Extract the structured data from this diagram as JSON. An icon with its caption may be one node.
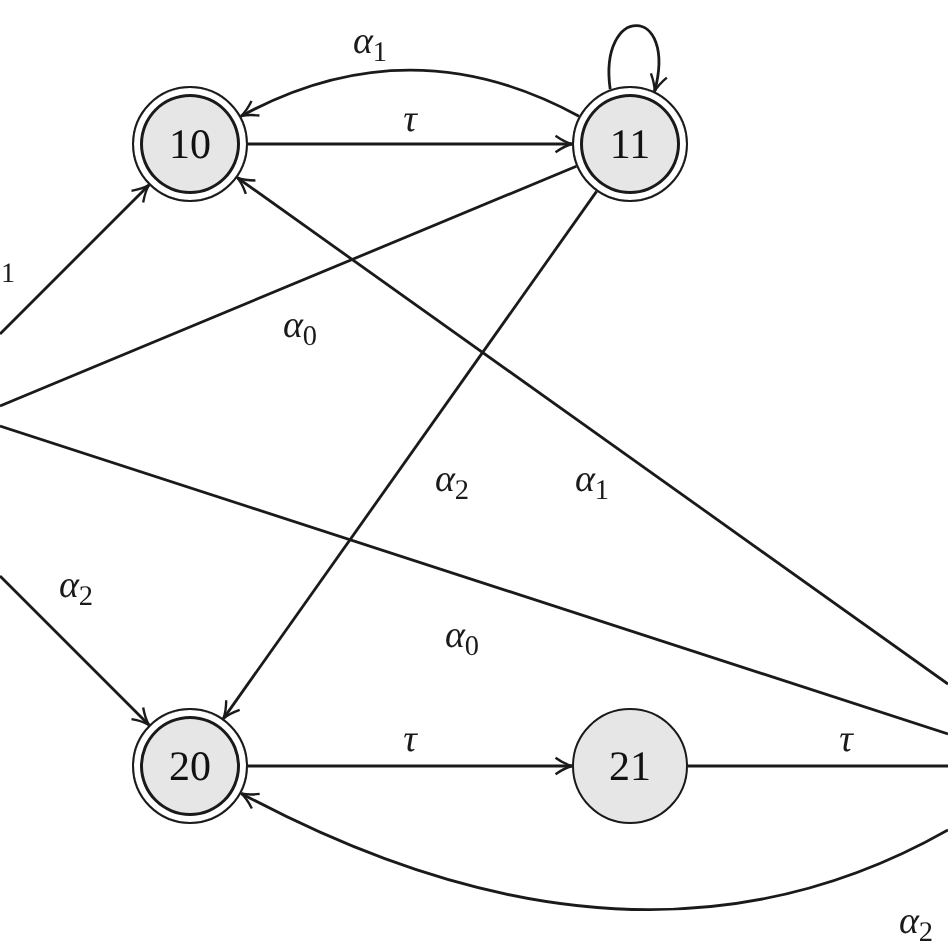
{
  "diagram": {
    "nodes": [
      {
        "text": [
          "10"
        ]
      },
      {
        "text": [
          "11"
        ]
      },
      {
        "text": [
          "20"
        ]
      },
      {
        "text": [
          "21"
        ]
      }
    ],
    "edges": [
      {
        "from": 0,
        "to": 1,
        "arrow": "to",
        "label": "τ"
      },
      {
        "from": 1,
        "to": 0,
        "arrow": "to",
        "label": "α$_{1}$"
      },
      {
        "from": 1,
        "to": 1,
        "arrow": "to"
      },
      {
        "from": null,
        "to": 0,
        "arrow": "to",
        "label": "1"
      },
      {
        "from": 1,
        "to": null,
        "arrow": "none",
        "label": "α$_{0}$"
      },
      {
        "from": 1,
        "to": 2,
        "arrow": "to",
        "label": "α$_{2}$"
      },
      {
        "from": null,
        "to": 0,
        "arrow": "to",
        "label": "α$_{1}$"
      },
      {
        "from": null,
        "to": 2,
        "arrow": "to",
        "label": "α$_{2}$"
      },
      {
        "from": 2,
        "to": 3,
        "arrow": "to",
        "label": "τ"
      },
      {
        "from": 3,
        "to": null,
        "arrow": "none",
        "label": "τ"
      },
      {
        "from": null,
        "to": 2,
        "arrow": "to",
        "label": "α$_{2}$"
      }
    ],
    "labels": [
      "α$_{0}$"
    ]
  }
}
